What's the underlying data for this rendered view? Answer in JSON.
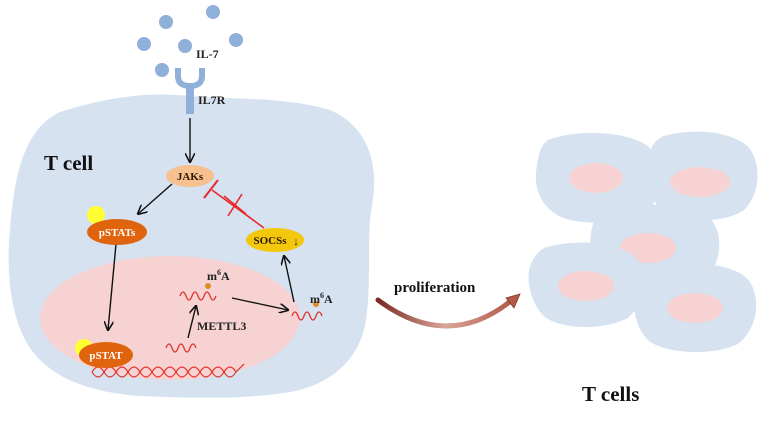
{
  "diagram": {
    "ligand_label": "IL-7",
    "receptor_label": "IL7R",
    "cell_label": "T cell",
    "jaks_label": "JAKs",
    "pstats_label": "pSTATs",
    "pstat_label": "pSTAT",
    "socs_label": "SOCSs",
    "socs_arrow": "↓",
    "m6a_base": "m",
    "m6a_sup": "6",
    "m6a_tail": "A",
    "mettl3_label": "METTL3",
    "proliferation_label": "proliferation",
    "t_cells_label": "T cells"
  },
  "colors": {
    "cell": "#d6e2f0",
    "nucleus": "#f6d2d2",
    "ligand": "#8fb0d8",
    "receptor": "#8fb0d8",
    "jaks": "#f6c08f",
    "pstat": "#e0640e",
    "socs": "#f2c70c",
    "phospho": "#ffff33",
    "mrna": "#e0322a",
    "inhibit": "#e8282b",
    "m6a_dot": "#e08a20"
  }
}
